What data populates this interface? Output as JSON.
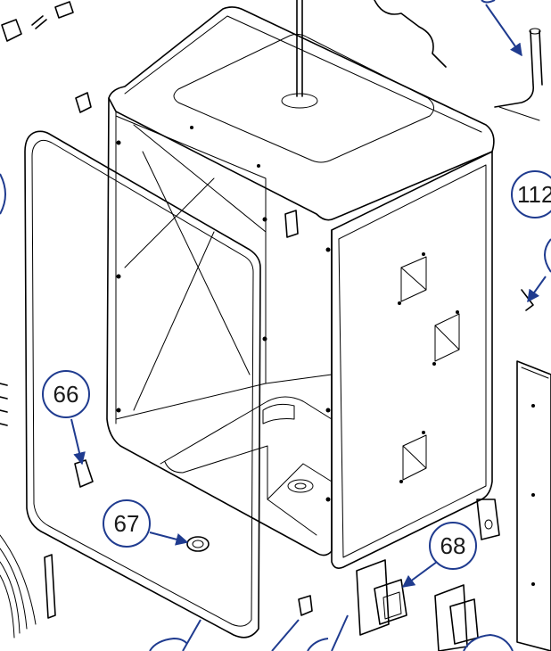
{
  "callouts": [
    {
      "label": "66"
    },
    {
      "label": "67"
    },
    {
      "label": "68"
    },
    {
      "label": "112"
    }
  ]
}
